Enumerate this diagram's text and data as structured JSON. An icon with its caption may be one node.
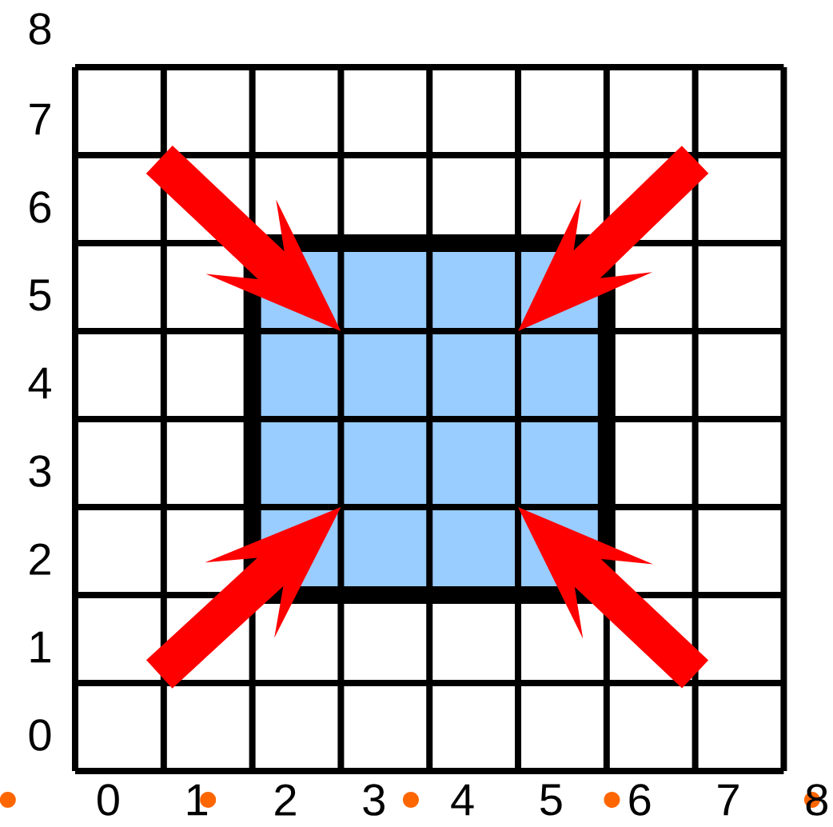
{
  "diagram": {
    "labels": [
      "8",
      "7",
      "6",
      "5",
      "4",
      "3",
      "2",
      "1",
      "0",
      "0",
      "1",
      "2",
      "3",
      "4",
      "5",
      "6",
      "7",
      "8"
    ]
  }
}
